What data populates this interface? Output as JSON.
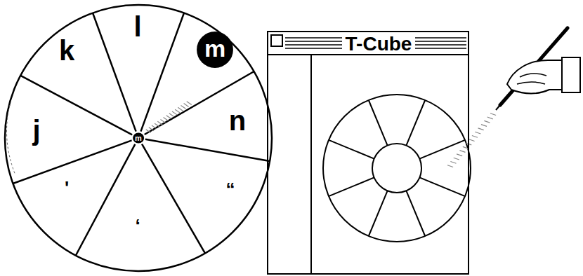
{
  "diagram": {
    "nodes": [
      {
        "text": [
          "m"
        ]
      },
      {
        "text": [
          "T-Cube"
        ]
      }
    ],
    "labels": [
      "k",
      "l",
      "n",
      "j",
      "m",
      "'",
      "‘",
      "“"
    ]
  }
}
